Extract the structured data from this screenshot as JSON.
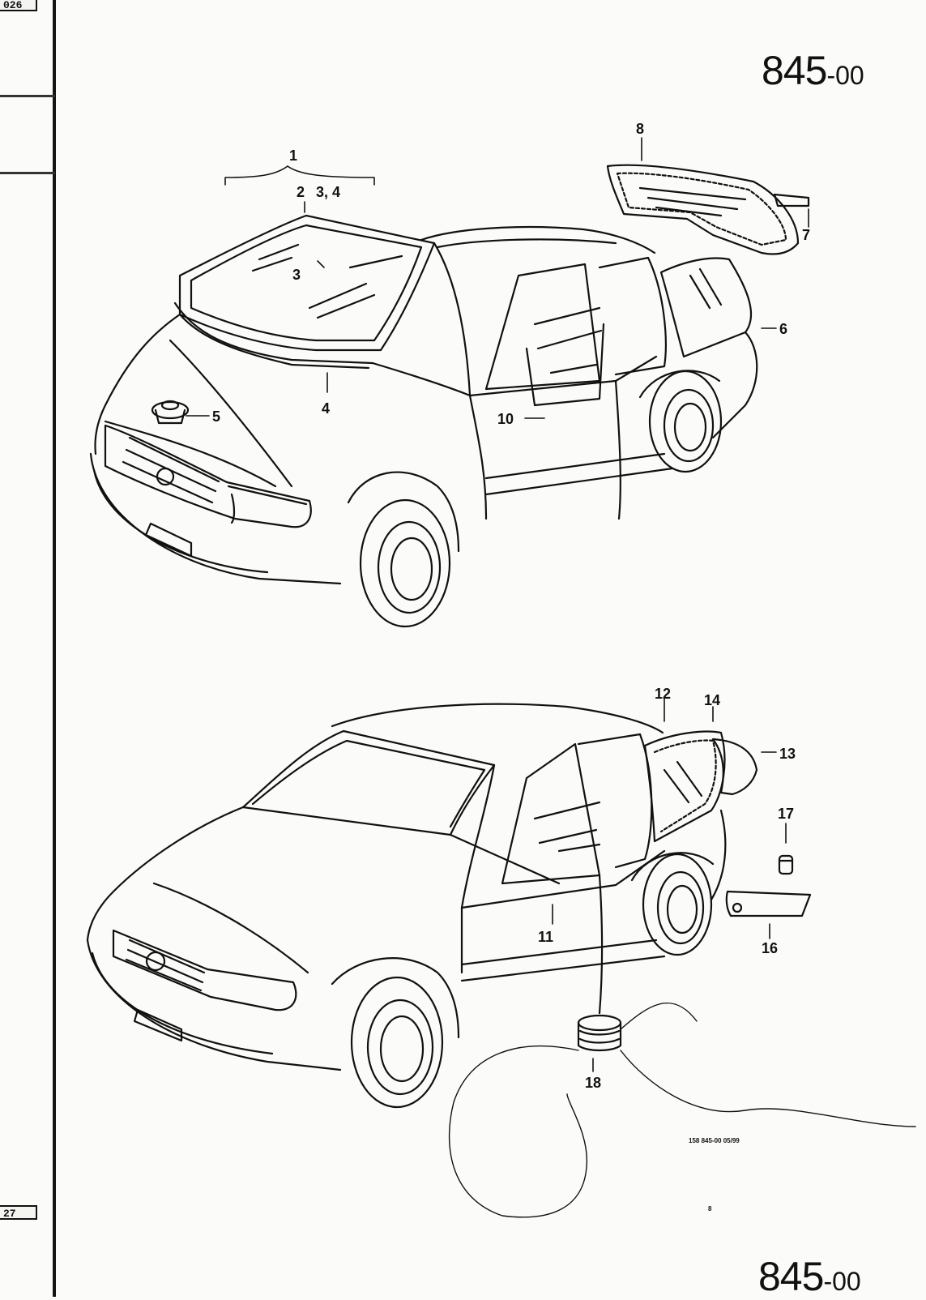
{
  "page": {
    "tab_top": "026",
    "tab_bottom": "27",
    "page_number_main": "845",
    "page_number_suffix": "-00",
    "reference_code": "158   845-00   05/99",
    "stray_mark": "8"
  },
  "callouts_top": [
    {
      "id": "1",
      "text": "1"
    },
    {
      "id": "2",
      "text": "2"
    },
    {
      "id": "3-4-group",
      "text": "3,  4"
    },
    {
      "id": "3",
      "text": "3"
    },
    {
      "id": "4",
      "text": "4"
    },
    {
      "id": "5",
      "text": "5"
    },
    {
      "id": "6",
      "text": "6"
    },
    {
      "id": "7",
      "text": "7"
    },
    {
      "id": "8",
      "text": "8"
    },
    {
      "id": "10",
      "text": "10"
    }
  ],
  "callouts_bottom": [
    {
      "id": "11",
      "text": "11"
    },
    {
      "id": "12",
      "text": "12"
    },
    {
      "id": "13",
      "text": "13"
    },
    {
      "id": "14",
      "text": "14"
    },
    {
      "id": "16",
      "text": "16"
    },
    {
      "id": "17",
      "text": "17"
    },
    {
      "id": "18",
      "text": "18"
    }
  ]
}
